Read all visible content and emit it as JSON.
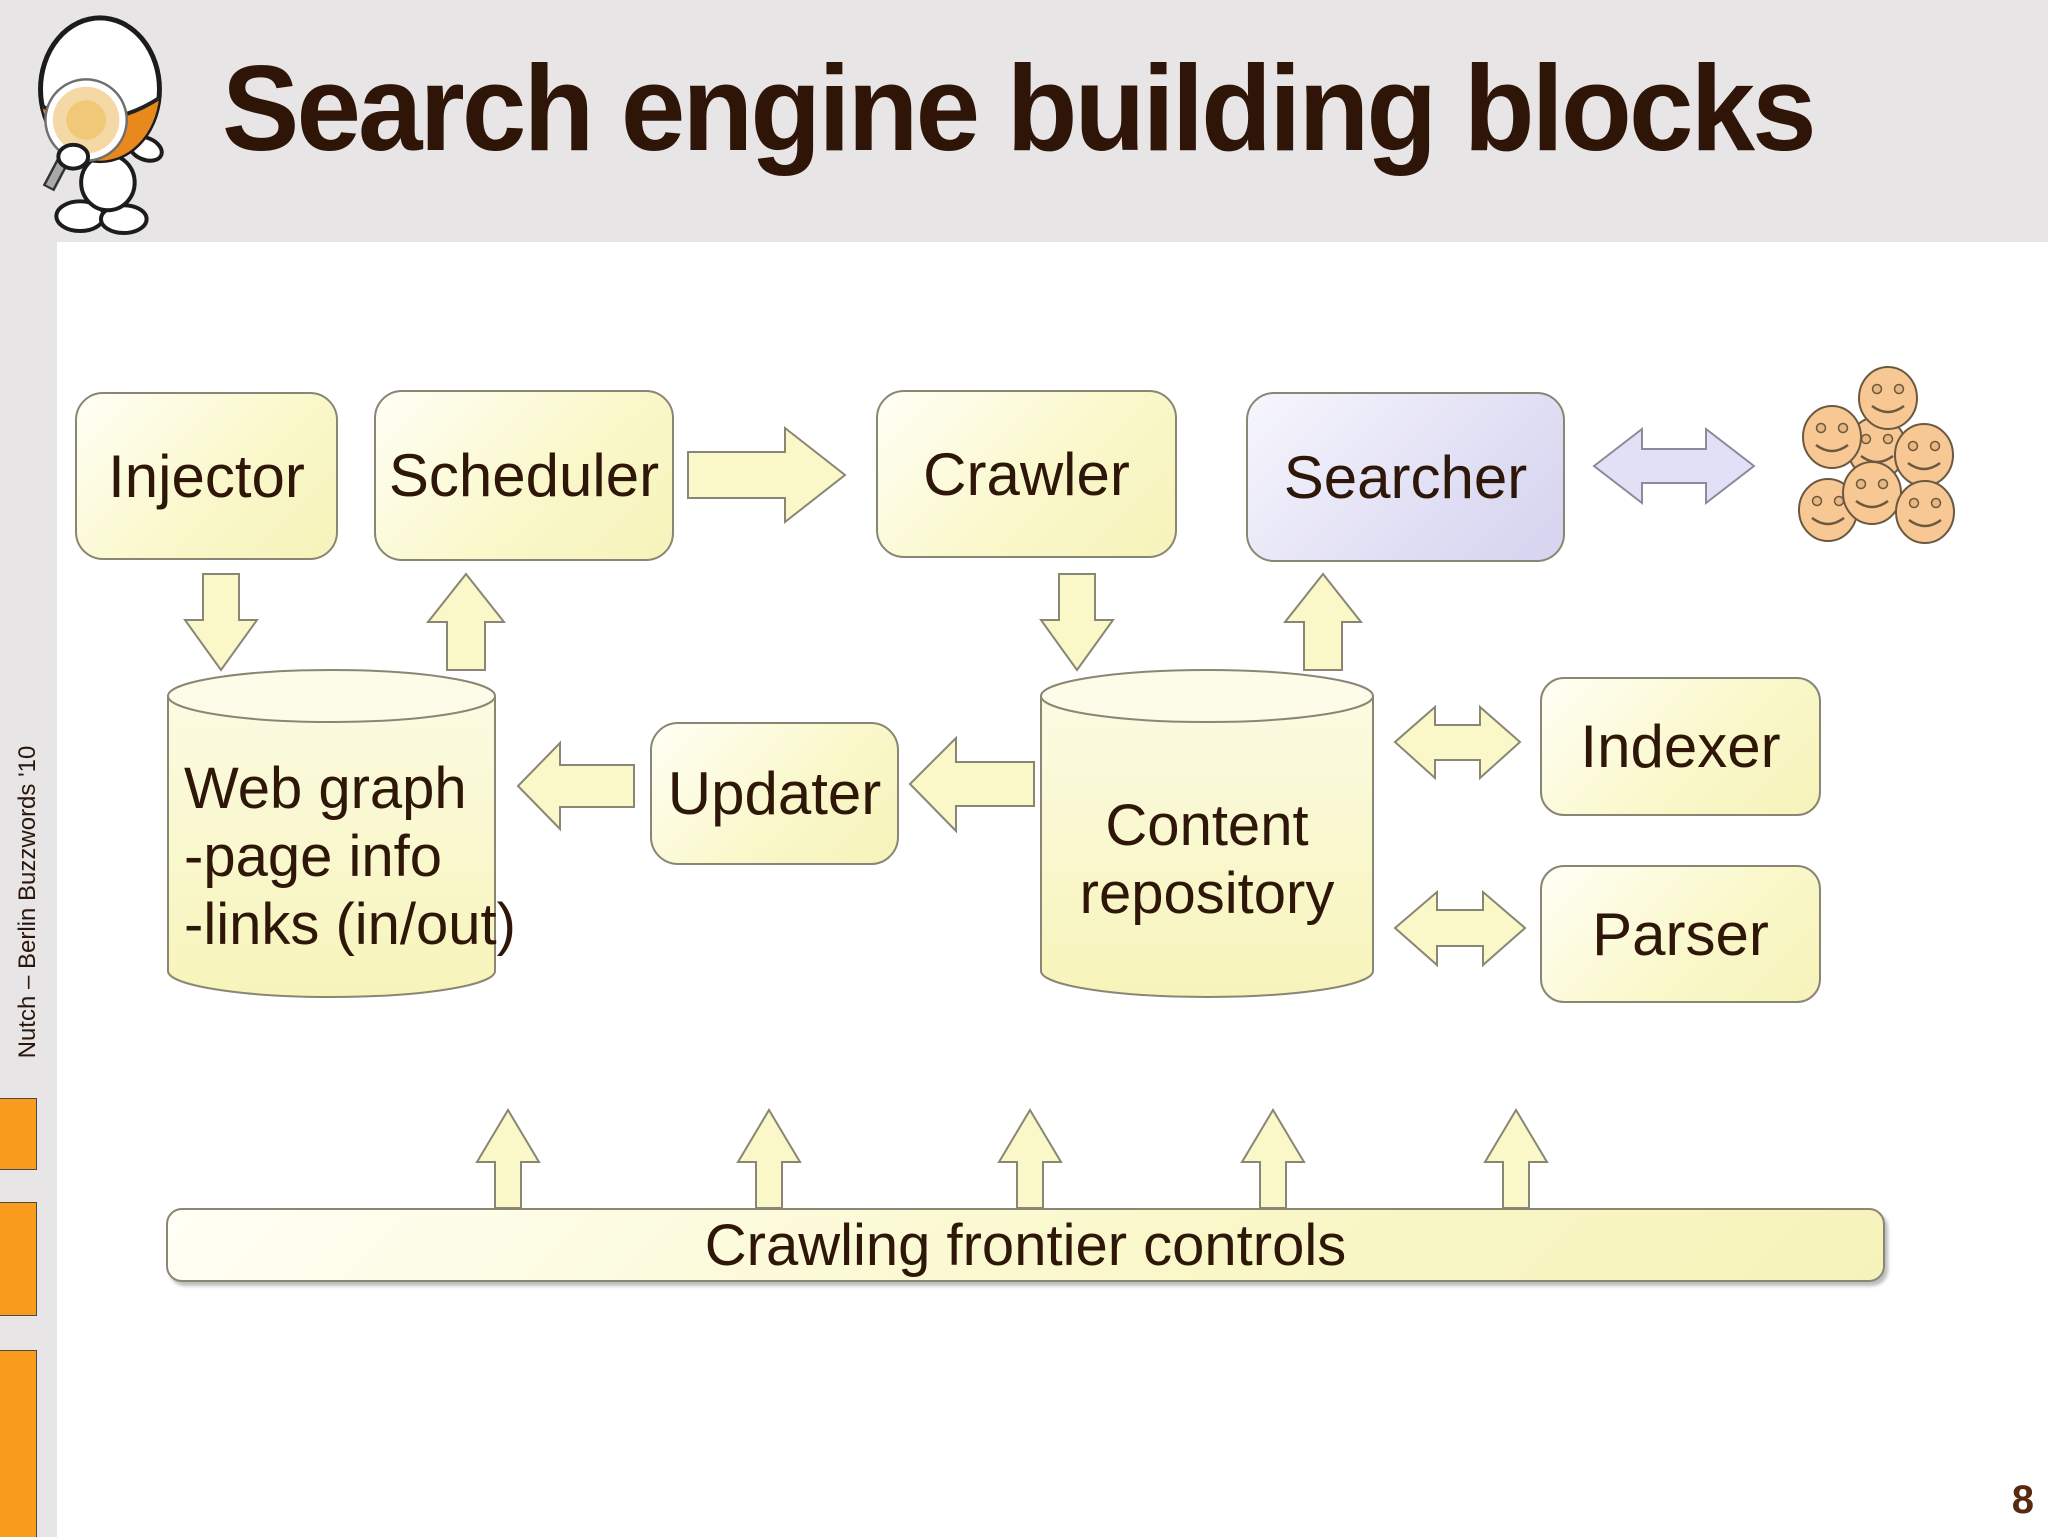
{
  "header": {
    "title": "Search engine building blocks"
  },
  "sidebar": {
    "label": "Nutch – Berlin Buzzwords '10"
  },
  "footer": {
    "page_number": "8"
  },
  "diagram": {
    "injector": "Injector",
    "scheduler": "Scheduler",
    "crawler": "Crawler",
    "searcher": "Searcher",
    "updater": "Updater",
    "indexer": "Indexer",
    "parser": "Parser",
    "web_graph": {
      "line1": "Web graph",
      "line2": "-page info",
      "line3": "-links (in/out)"
    },
    "content_repository": {
      "line1": "Content",
      "line2": "repository"
    },
    "frontier_label": "Crawling frontier controls"
  },
  "icons": {
    "mascot": "nutch-mascot-magnifier",
    "users": "smiley-users-cluster"
  },
  "colors": {
    "header_bg": "#E7E5E5",
    "node_fill": "#FAF8CB",
    "node_border": "#8A8674",
    "searcher_fill": "#DEDCF3",
    "arrow_yellow": "#FAF8C8",
    "arrow_lavender": "#E1E0F6",
    "text_dark_brown": "#2E1708",
    "orange_marker": "#F99B1C",
    "smiley_fill": "#F8C894"
  }
}
